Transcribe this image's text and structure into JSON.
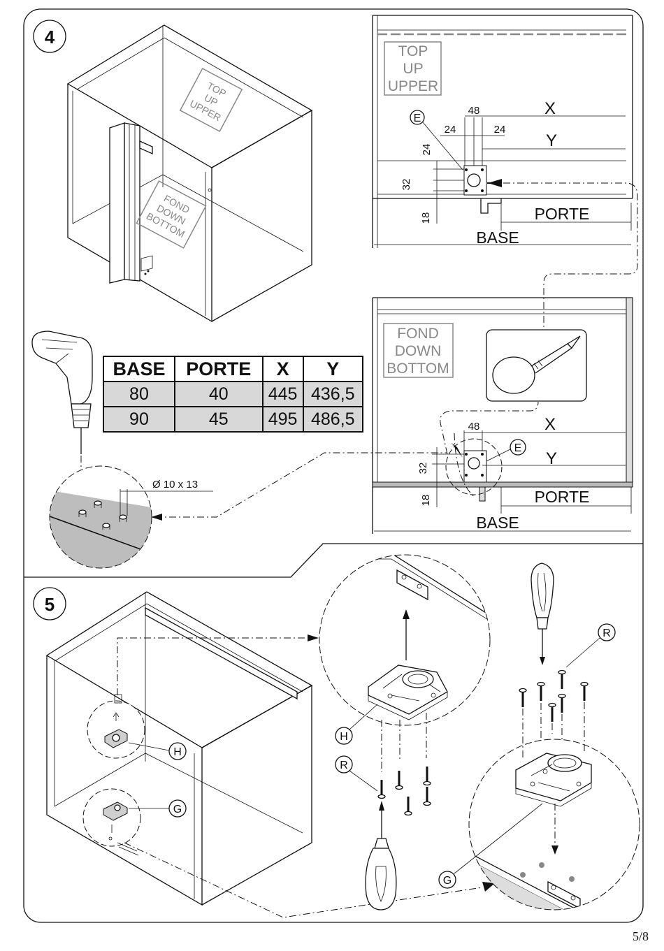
{
  "step4": {
    "number": "4",
    "top_stamp": [
      "TOP",
      "UP",
      "UPPER"
    ],
    "bottom_stamp": [
      "FOND",
      "DOWN",
      "BOTTOM"
    ],
    "upper_detail": {
      "stamp": [
        "TOP",
        "UP",
        "UPPER"
      ],
      "label_e": "E",
      "dim_48": "48",
      "dim_24_left": "24",
      "dim_24_right": "24",
      "dim_24_vertical": "24",
      "dim_32": "32",
      "dim_18": "18",
      "label_x": "X",
      "label_y": "Y",
      "label_porte": "PORTE",
      "label_base": "BASE"
    },
    "lower_detail": {
      "stamp": [
        "FOND",
        "DOWN",
        "BOTTOM"
      ],
      "label_e": "E",
      "dim_48": "48",
      "dim_32": "32",
      "dim_18": "18",
      "label_x": "X",
      "label_y": "Y",
      "label_porte": "PORTE",
      "label_base": "BASE"
    },
    "drill_hole_label": "Ø 10 x 13",
    "table": {
      "headers": [
        "BASE",
        "PORTE",
        "X",
        "Y"
      ],
      "rows": [
        [
          "80",
          "40",
          "445",
          "436,5"
        ],
        [
          "90",
          "45",
          "495",
          "486,5"
        ]
      ]
    }
  },
  "step5": {
    "number": "5",
    "label_h_small": "H",
    "label_g_small": "G",
    "label_h_large": "H",
    "label_r_left": "R",
    "label_r_right": "R",
    "label_g_large": "G"
  },
  "page_number": "5/8"
}
